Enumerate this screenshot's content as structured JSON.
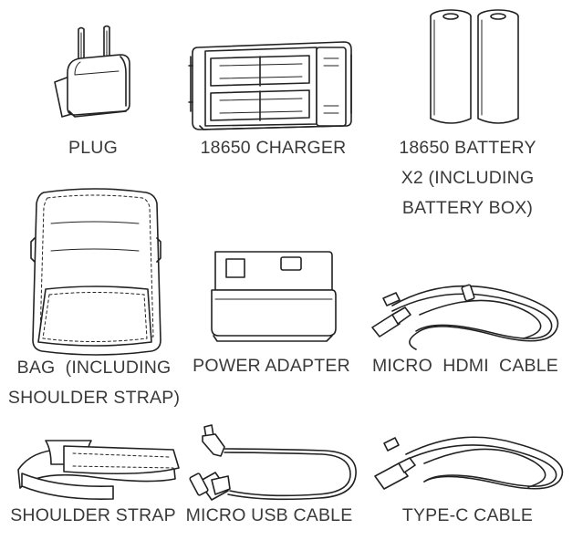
{
  "items": [
    {
      "id": "plug",
      "icon": "plug-icon",
      "lines": [
        "PLUG"
      ]
    },
    {
      "id": "charger",
      "icon": "charger-icon",
      "lines": [
        "18650 CHARGER"
      ]
    },
    {
      "id": "battery",
      "icon": "battery-icon",
      "lines": [
        "18650 BATTERY",
        "X2 (INCLUDING",
        "BATTERY BOX)"
      ]
    },
    {
      "id": "bag",
      "icon": "bag-icon",
      "lines": [
        "BAG  (INCLUDING",
        "SHOULDER STRAP)"
      ]
    },
    {
      "id": "adapter",
      "icon": "power-adapter-icon",
      "lines": [
        "POWER ADAPTER"
      ]
    },
    {
      "id": "hdmi",
      "icon": "micro-hdmi-cable-icon",
      "lines": [
        "MICRO  HDMI  CABLE"
      ]
    },
    {
      "id": "strap",
      "icon": "shoulder-strap-icon",
      "lines": [
        "SHOULDER STRAP"
      ]
    },
    {
      "id": "usb",
      "icon": "micro-usb-cable-icon",
      "lines": [
        "MICRO USB CABLE"
      ]
    },
    {
      "id": "typec",
      "icon": "type-c-cable-icon",
      "lines": [
        "TYPE-C CABLE"
      ]
    }
  ]
}
